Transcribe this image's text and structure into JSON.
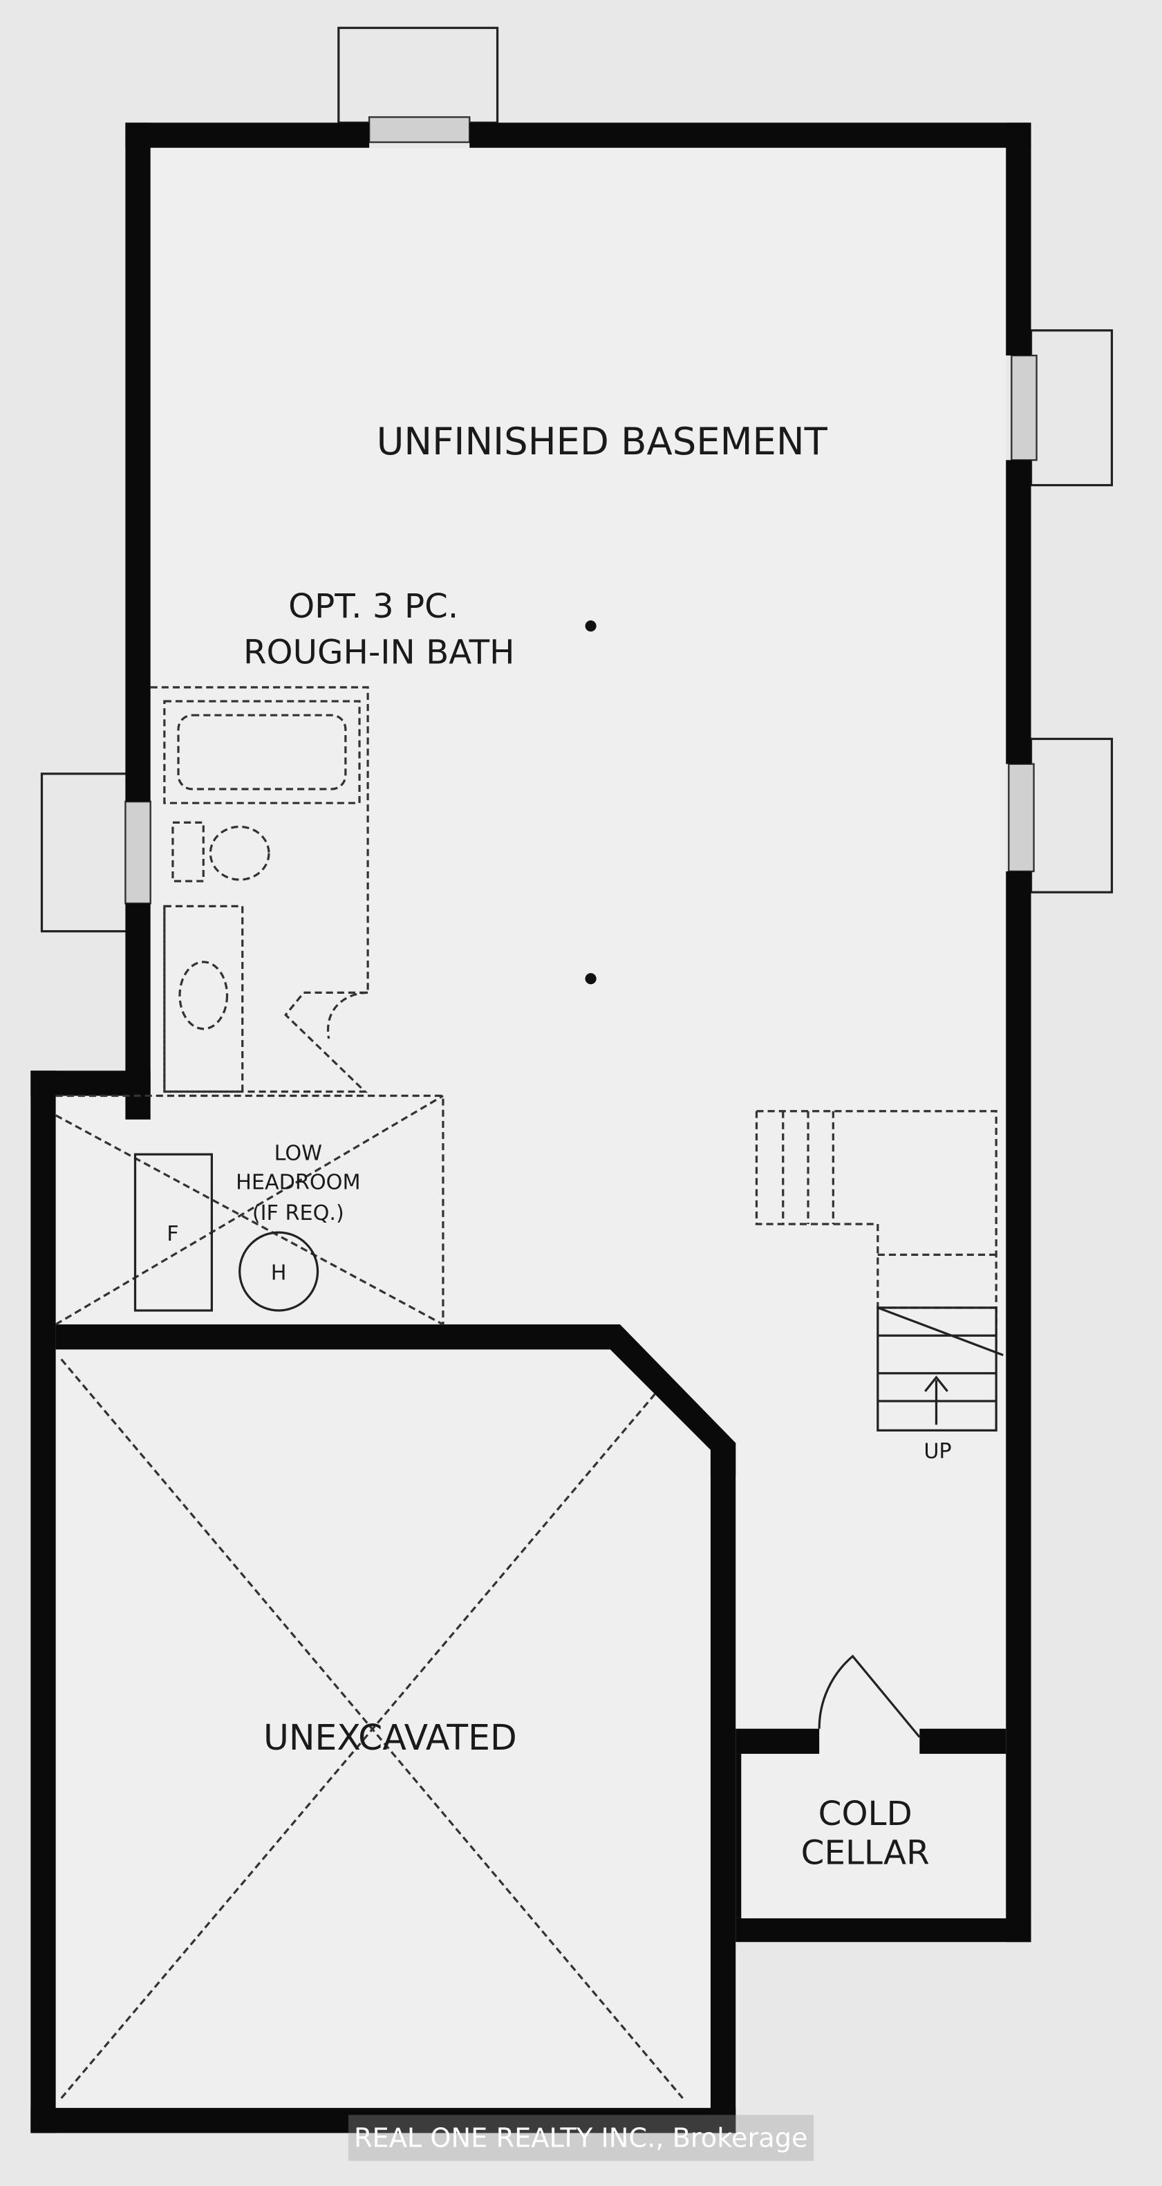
{
  "plan": {
    "rooms": {
      "unfinished_basement": "UNFINISHED BASEMENT",
      "rough_in_bath_line1": "OPT. 3 PC.",
      "rough_in_bath_line2": "ROUGH-IN BATH",
      "low_headroom_line1": "LOW",
      "low_headroom_line2": "HEADROOM",
      "low_headroom_line3": "(IF REQ.)",
      "furnace": "F",
      "hot_water": "H",
      "stairs_up": "UP",
      "unexcavated": "UNEXCAVATED",
      "cold_cellar_line1": "COLD",
      "cold_cellar_line2": "CELLAR"
    },
    "watermark": "REAL ONE REALTY INC., Brokerage"
  }
}
